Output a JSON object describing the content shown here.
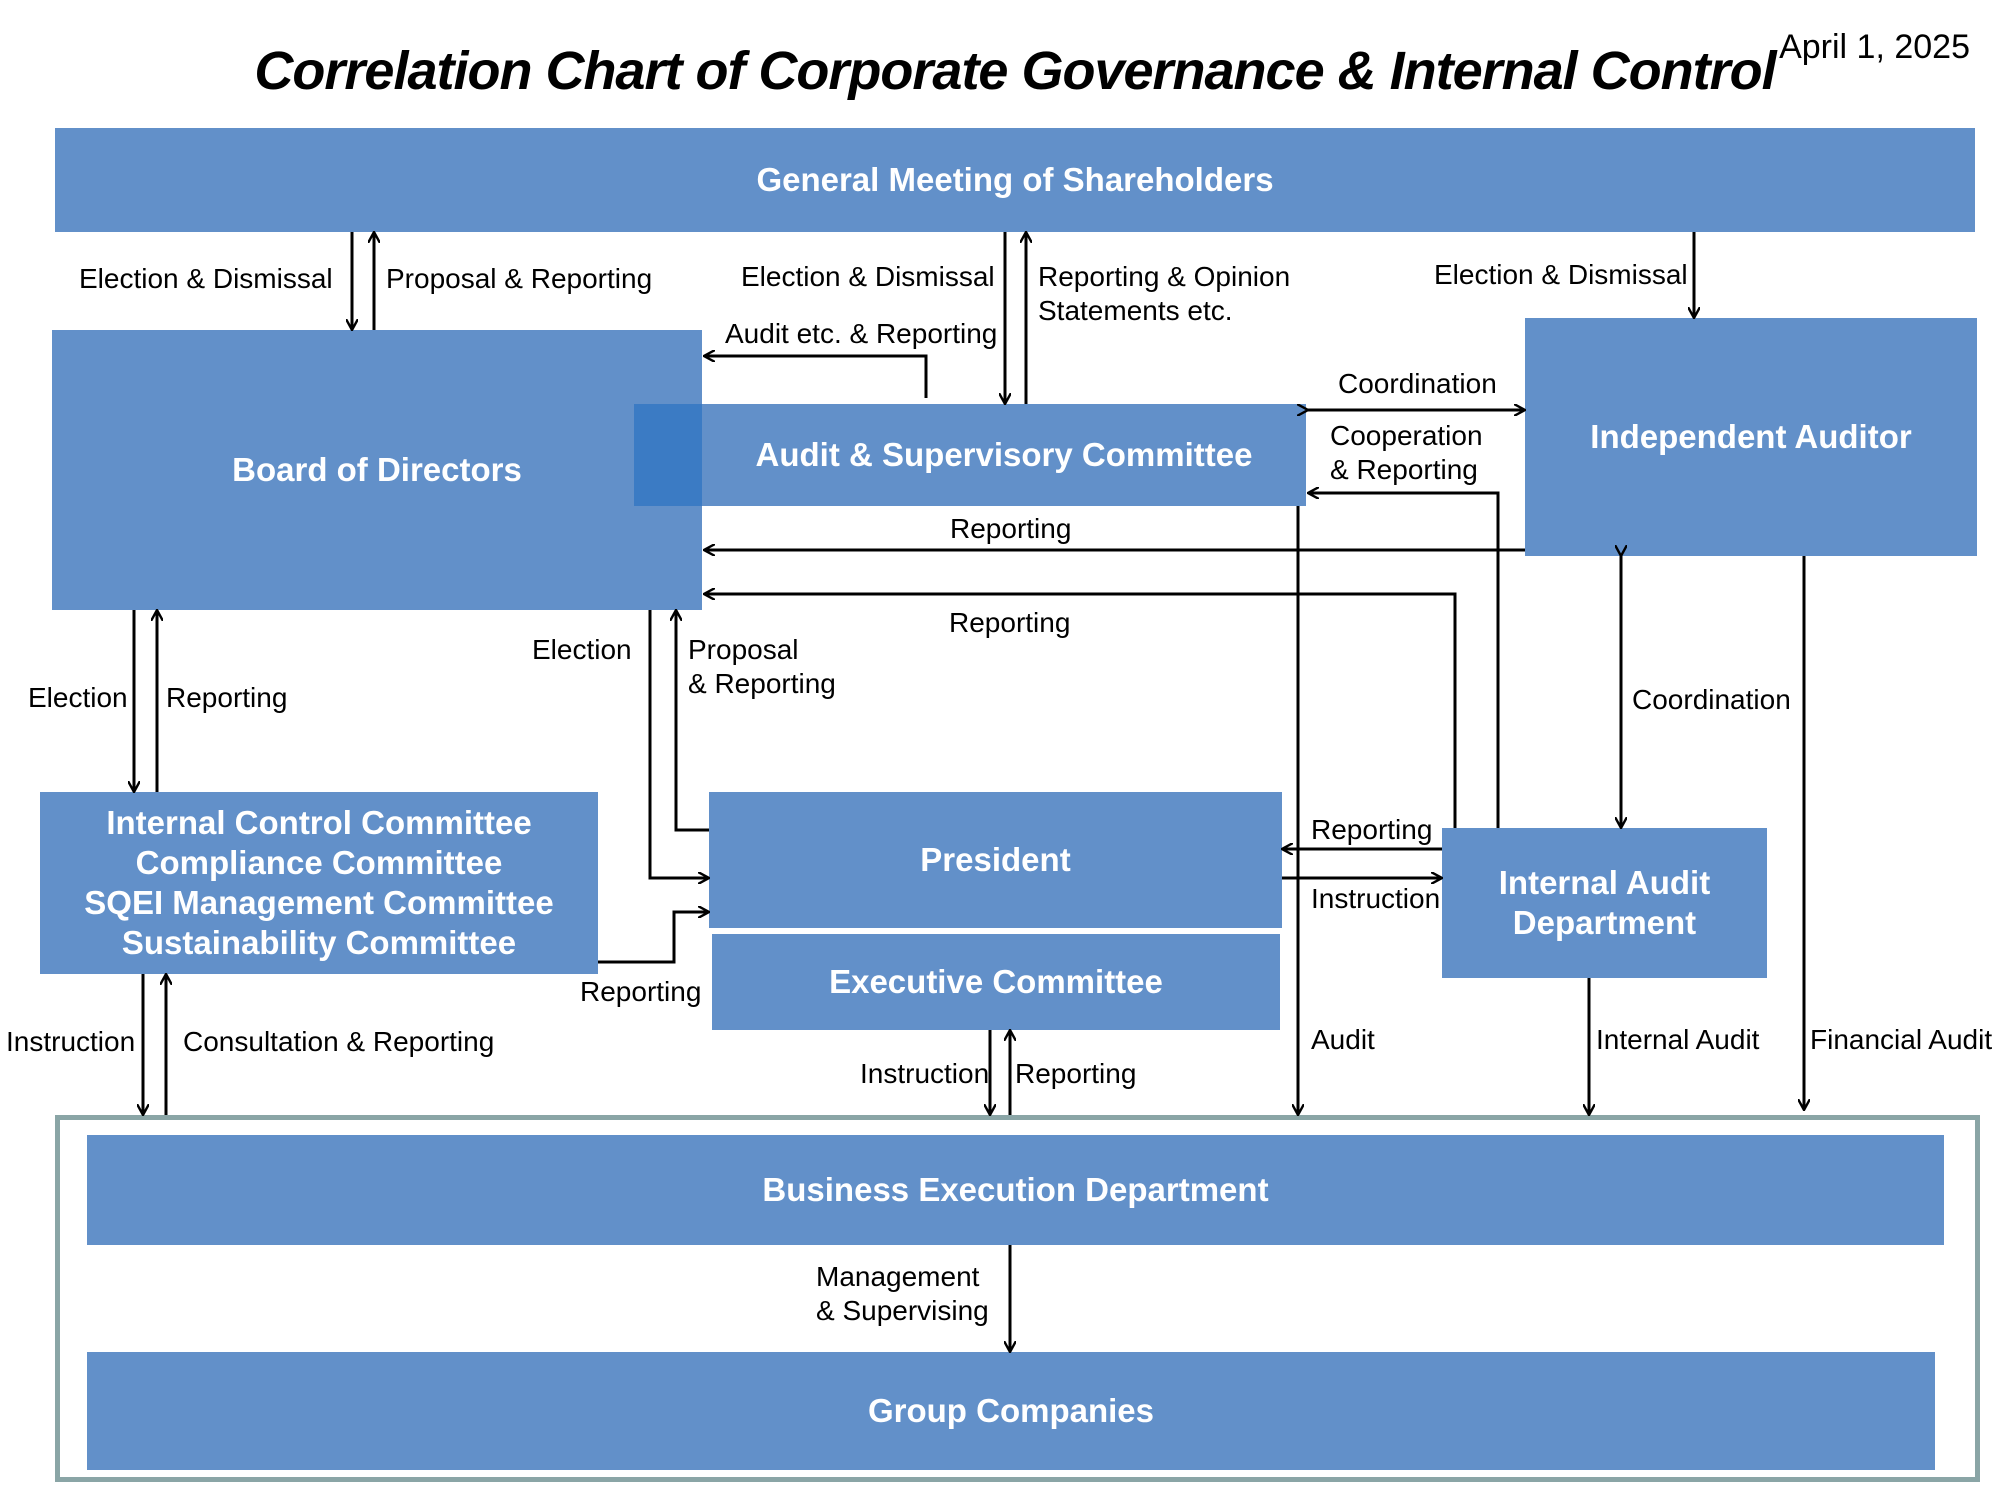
{
  "title": "Correlation Chart of Corporate Governance & Internal Control",
  "date": "April 1, 2025",
  "colors": {
    "box": "#6290c9",
    "box_overlap": "#3b7bc4",
    "frame": "#8aa5a6",
    "line": "#000000"
  },
  "nodes": {
    "shareholders": "General Meeting of Shareholders",
    "board": "Board of Directors",
    "audit_committee": "Audit & Supervisory Committee",
    "independent_auditor": "Independent Auditor",
    "committees": "Internal Control Committee\nCompliance Committee\nSQEI Management Committee\nSustainability Committee",
    "president": "President",
    "executive_committee": "Executive Committee",
    "internal_audit": "Internal Audit\nDepartment",
    "business_execution": "Business Execution Department",
    "group_companies": "Group Companies"
  },
  "edge_labels": {
    "gms_board_election": "Election & Dismissal",
    "gms_board_proposal": "Proposal & Reporting",
    "gms_asc_election": "Election & Dismissal",
    "asc_gms_reporting": "Reporting & Opinion\nStatements  etc.",
    "gms_ia_election": "Election & Dismissal",
    "asc_board_audit": "Audit etc. & Reporting",
    "asc_ia_coordination": "Coordination",
    "ia_asc_cooperation": "Cooperation\n& Reporting",
    "ia_board_reporting": "Reporting",
    "iad_board_reporting": "Reporting",
    "board_committees_election": "Election",
    "committees_board_reporting": "Reporting",
    "board_president_election": "Election",
    "president_board_proposal": "Proposal\n& Reporting",
    "ia_iad_coordination": "Coordination",
    "iad_president_reporting": "Reporting",
    "president_iad_instruction": "Instruction",
    "committees_president_reporting": "Reporting",
    "committees_bed_instruction": "Instruction",
    "bed_committees_consultation": "Consultation & Reporting",
    "exec_bed_instruction": "Instruction",
    "bed_exec_reporting": "Reporting",
    "asc_bed_audit": "Audit",
    "iad_bed_audit": "Internal Audit",
    "ia_bed_audit": "Financial Audit",
    "bed_group_management": "Management\n& Supervising"
  }
}
